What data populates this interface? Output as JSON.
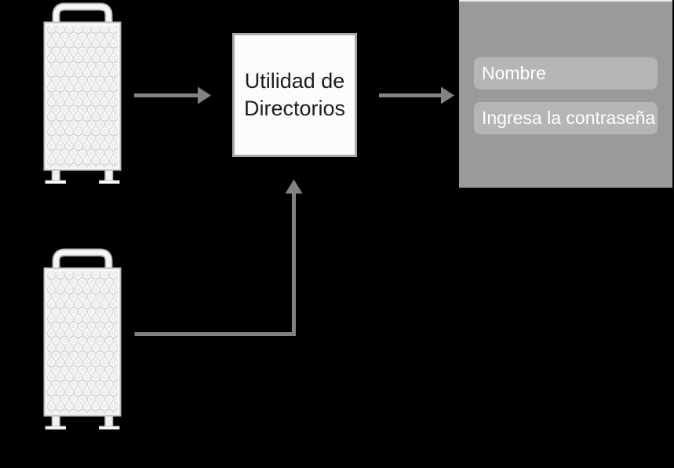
{
  "colors": {
    "background": "#000000",
    "arrow": "#828282",
    "panel_bg": "#9a9a9a",
    "panel_top_edge": "#ececec",
    "field_bg": "#b5b5b5",
    "field_text": "#ffffff",
    "box_bg": "#fcfcfc",
    "box_border": "#a9a9a9",
    "box_text": "#1d1d1f",
    "server_body": "#fafafa",
    "server_outline": "#bfbfbf"
  },
  "diagram": {
    "servers": [
      {
        "icon": "mac-pro-tower"
      },
      {
        "icon": "mac-pro-tower"
      }
    ],
    "utility_box": {
      "label": "Utilidad de Directorios"
    },
    "login_panel": {
      "fields": [
        {
          "placeholder": "Nombre"
        },
        {
          "placeholder": "Ingresa la contraseña"
        }
      ]
    },
    "connections": [
      {
        "from": "server-1",
        "to": "utility-box"
      },
      {
        "from": "utility-box",
        "to": "login-panel"
      },
      {
        "from": "server-2",
        "to": "utility-box"
      }
    ]
  }
}
